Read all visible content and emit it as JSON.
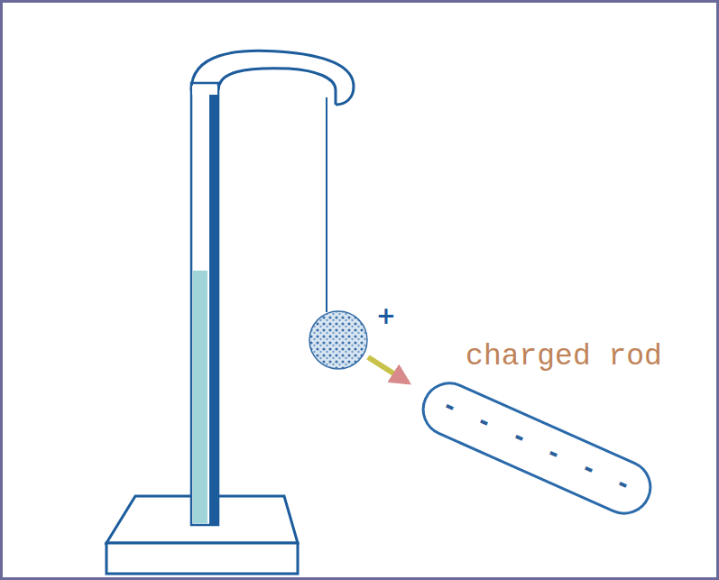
{
  "diagram": {
    "labels": [
      "+",
      "charged rod",
      "-",
      "-",
      "-",
      "-",
      "-",
      "-"
    ]
  }
}
